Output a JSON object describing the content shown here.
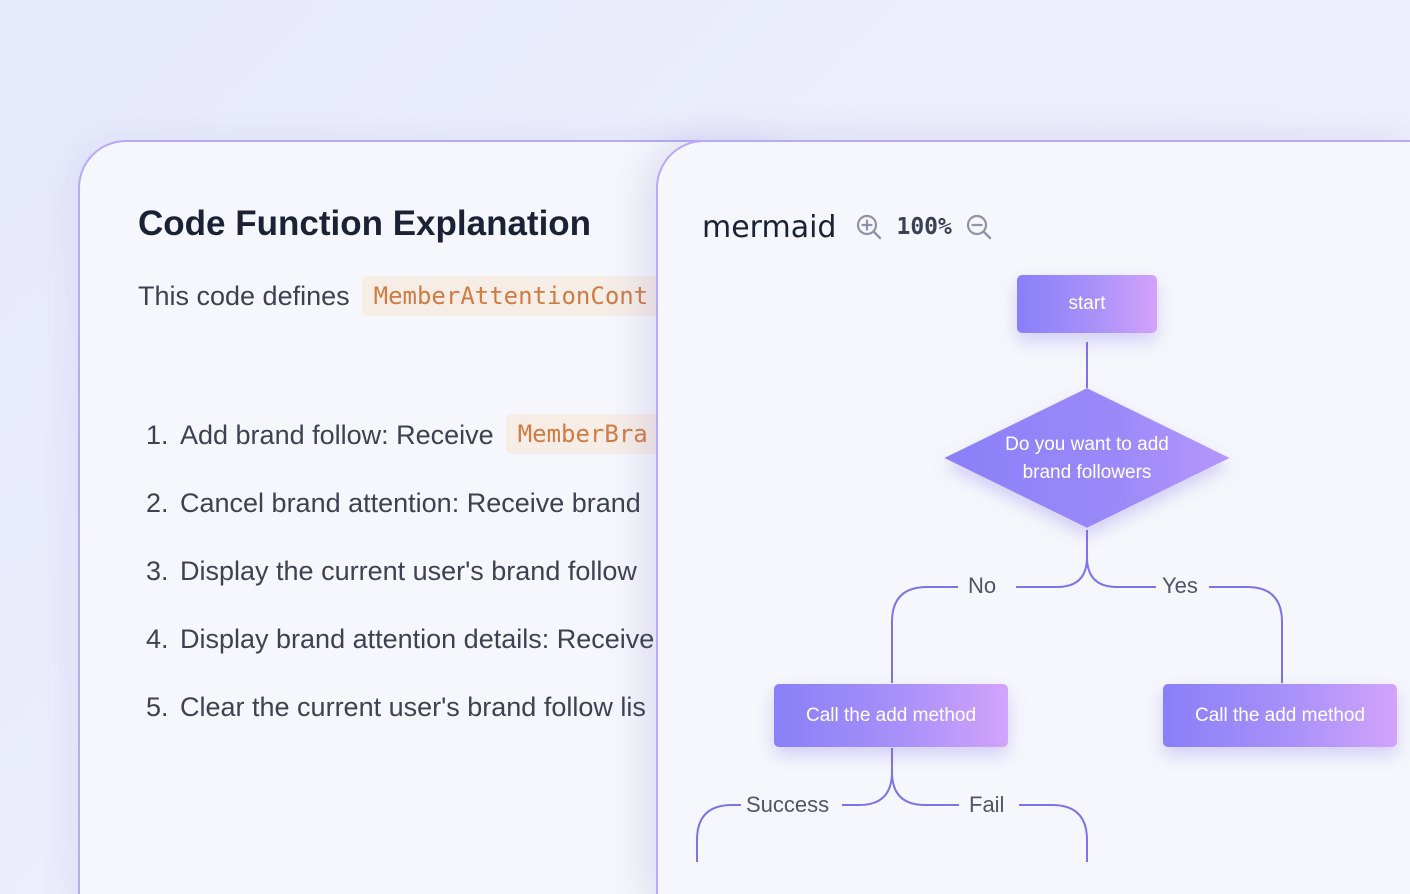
{
  "explanation": {
    "title": "Code Function Explanation",
    "intro_text": "This code defines",
    "intro_code": "MemberAttentionCont",
    "steps": [
      {
        "number": "1.",
        "text": "Add brand follow: Receive",
        "code": "MemberBra"
      },
      {
        "number": "2.",
        "text": "Cancel brand attention: Receive brand"
      },
      {
        "number": "3.",
        "text": "Display the current user's brand follow"
      },
      {
        "number": "4.",
        "text": "Display brand attention details: Receive"
      },
      {
        "number": "5.",
        "text": "Clear the current user's brand follow lis"
      }
    ]
  },
  "diagram": {
    "title": "mermaid",
    "zoom_in_icon": "zoom-in-icon",
    "zoom_level": "100%",
    "zoom_out_icon": "zoom-out-icon",
    "nodes": {
      "start": "start",
      "decision_line1": "Do you want to add",
      "decision_line2": "brand followers",
      "left_action": "Call the add method",
      "right_action": "Call the add method"
    },
    "edge_labels": {
      "no": "No",
      "yes": "Yes",
      "success": "Success",
      "fail": "Fail"
    }
  },
  "colors": {
    "accent": "#8a7ff8",
    "accent_light": "#d3a3fb",
    "card_border": "#b8aaf4",
    "code_text": "#d07c41",
    "code_bg": "#f6ede7",
    "connector": "#7d74e8"
  }
}
